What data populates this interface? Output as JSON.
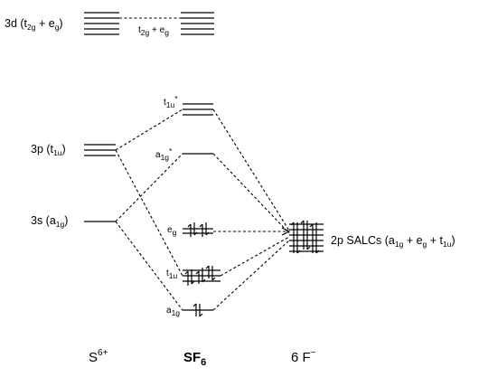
{
  "s_atom": {
    "d_label": {
      "main": "3d (t",
      "sub1": "2g",
      "mid": " + e",
      "sub2": "g",
      "end": ")"
    },
    "p_label": {
      "main": "3p (t",
      "sub1": "1u",
      "end": ")"
    },
    "s_label": {
      "main": "3s (a",
      "sub1": "1g",
      "end": ")"
    },
    "column_label": {
      "main": "S",
      "sup": "6+"
    }
  },
  "molecule": {
    "d_inline_label": {
      "main": "t",
      "sub1": "2g",
      "mid": " + e",
      "sub2": "g"
    },
    "t1u_star": {
      "main": "t",
      "sub1": "1u",
      "sup": "*"
    },
    "a1g_star": {
      "main": "a",
      "sub1": "1g",
      "sup": "*"
    },
    "eg": {
      "main": "e",
      "sub1": "g"
    },
    "t1u": {
      "main": "t",
      "sub1": "1u"
    },
    "a1g": {
      "main": "a",
      "sub1": "1g"
    },
    "column_label": {
      "main": "SF",
      "sub": "6"
    }
  },
  "ligand": {
    "salc_label": {
      "main": "2p SALCs (a",
      "sub1": "1g",
      "mid1": " + e",
      "sub2": "g",
      "mid2": " + t",
      "sub3": "1u",
      "end": ")"
    },
    "column_label": {
      "main": "6 F",
      "sup": "−"
    }
  }
}
